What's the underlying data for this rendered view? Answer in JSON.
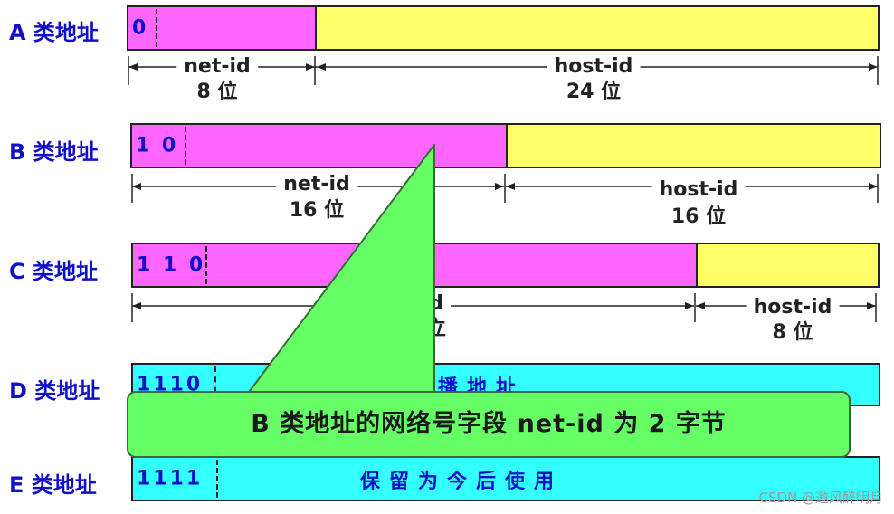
{
  "classes": {
    "a": {
      "label": "A 类地址",
      "bits": "0",
      "net_id": "net-id",
      "net_bits": "8 位",
      "host_id": "host-id",
      "host_bits": "24 位"
    },
    "b": {
      "label": "B 类地址",
      "bits": "1 0",
      "net_id": "net-id",
      "net_bits": "16 位",
      "host_id": "host-id",
      "host_bits": "16 位"
    },
    "c": {
      "label": "C 类地址",
      "bits": "1 1 0",
      "net_id_fragment": "d",
      "net_bits_fragment": "立",
      "host_id": "host-id",
      "host_bits": "8 位"
    },
    "d": {
      "label": "D 类地址",
      "bits": "1110",
      "desc_fragment": "多播地址"
    },
    "e": {
      "label": "E 类地址",
      "bits": "1111",
      "desc": "保留为今后使用"
    }
  },
  "callout": {
    "text": "B 类地址的网络号字段 net-id 为 2 字节"
  },
  "watermark": "CSDN @邀风醉明月",
  "colors": {
    "net": "#ff66ff",
    "host": "#ffff66",
    "multicast": "#33ffff",
    "callout": "#66ff66",
    "label": "#1010c8"
  }
}
